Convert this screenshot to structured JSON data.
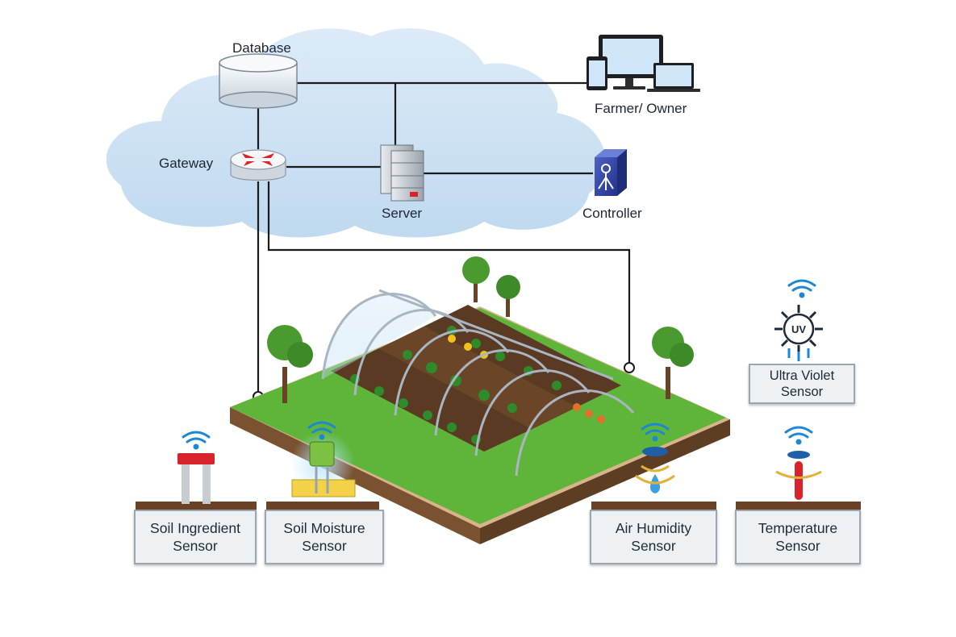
{
  "nodes": {
    "database": "Database",
    "farmer": "Farmer/ Owner",
    "gateway": "Gateway",
    "server": "Server",
    "controller": "Controller"
  },
  "sensors": {
    "soil_ingredient": [
      "Soil Ingredient",
      "Sensor"
    ],
    "soil_moisture": [
      "Soil Moisture",
      "Sensor"
    ],
    "air_humidity": [
      "Air Humidity",
      "Sensor"
    ],
    "temperature": [
      "Temperature",
      "Sensor"
    ],
    "ultra_violet": [
      "Ultra Violet",
      "Sensor"
    ]
  },
  "icons": {
    "uv_badge": "UV"
  },
  "colors": {
    "cloud": "#cfe3f5",
    "grass": "#5fb53a",
    "wifi": "#1c87d4",
    "router_accent": "#d8232a",
    "controller": "#3347a8"
  }
}
